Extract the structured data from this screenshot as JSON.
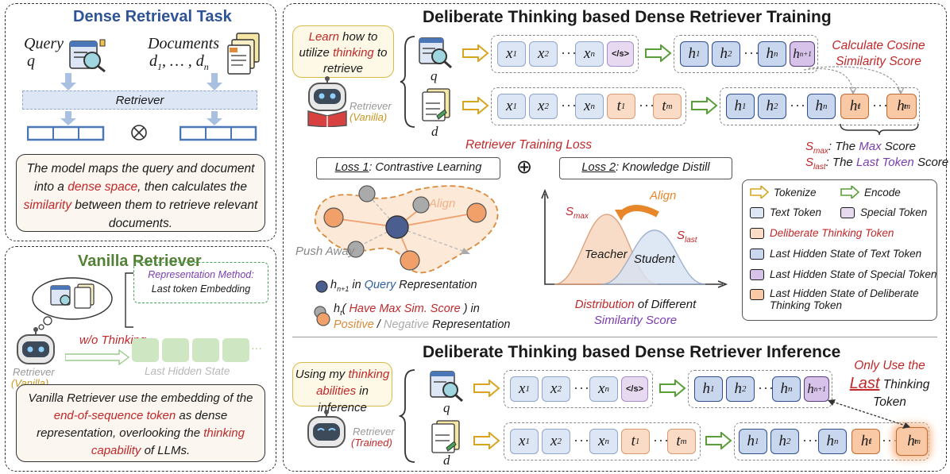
{
  "dense_task": {
    "title": "Dense Retrieval Task",
    "query_label": "Query",
    "query_symbol": "q",
    "documents_label": "Documents",
    "documents_symbol": "d1, … , dn",
    "retriever_label": "Retriever",
    "caption_parts": [
      "The model maps the query and document into a ",
      "dense space",
      ", then calculates the ",
      "similarity",
      " between them to retrieve relevant documents."
    ]
  },
  "vanilla": {
    "title": "Vanilla Retriever",
    "repr_method_label": "Representation Method:",
    "repr_method_value": "Last token Embedding",
    "without_thinking": "w/o Thinking",
    "last_hidden_state": "Last Hidden State",
    "retriever_label": "Retriever",
    "retriever_kind": "(Vanilla)",
    "caption_parts": [
      "Vanilla Retriever  use the embedding of the ",
      "end-of-sequence token",
      " as dense representation, overlooking the ",
      "thinking capability",
      " of LLMs."
    ]
  },
  "training": {
    "title": "Deliberate Thinking based Dense Retriever Training",
    "bubble_parts": [
      "Learn",
      " how to utilize ",
      "thinking",
      " to retrieve"
    ],
    "retriever_label": "Retriever",
    "retriever_kind": "(Vanilla)",
    "q_label": "q",
    "d_label": "d",
    "cosine_label": "Calculate Cosine Similarity Score",
    "loss_title": "Retriever Training Loss",
    "loss1_name": "Loss 1",
    "loss1_desc": ": Contrastive Learning",
    "loss2_name": "Loss 2",
    "loss2_desc": ": Knowledge Distill",
    "oplus": "⊕",
    "align": "Align",
    "push_away": "Push Away",
    "teacher": "Teacher",
    "student": "Student",
    "dist_parts": [
      "Distribution",
      " of Different ",
      "Similarity Score"
    ],
    "smax_line": ": The ",
    "smax_word": "Max",
    "smax_tail": " Score",
    "slast_word": "Last Token",
    "hn1_desc_parts": [
      " in ",
      "Query",
      " Representation"
    ],
    "ht_desc_parts": [
      "( ",
      "Have Max Sim. Score",
      " ) in"
    ],
    "posneg_parts": [
      "Positive",
      " / ",
      "Negative",
      " Representation"
    ]
  },
  "legend": [
    {
      "label": "Tokenize",
      "kind": "arrow-gold"
    },
    {
      "label": "Encode",
      "kind": "arrow-green"
    },
    {
      "label": "Text Token",
      "kind": "text"
    },
    {
      "label": "Special Token",
      "kind": "spec"
    },
    {
      "label": "Deliberate Thinking Token",
      "kind": "think"
    },
    {
      "label": "Last Hidden State of Text Token",
      "kind": "hid"
    },
    {
      "label": "Last Hidden State of Special Token",
      "kind": "hidspec"
    },
    {
      "label": "Last Hidden State of Deliberate Thinking Token",
      "kind": "hidthink"
    }
  ],
  "inference": {
    "title": "Deliberate Thinking based Dense Retriever Inference",
    "bubble_parts": [
      "Using my ",
      "thinking abilities",
      " in inference"
    ],
    "retriever_label": "Retriever",
    "retriever_kind": "(Trained)",
    "only_use_parts": [
      "Only Use the",
      "Last",
      " Thinking Token"
    ]
  },
  "tokens": {
    "x": "x",
    "h": "h",
    "t": "t",
    "eos": "</s>",
    "dots": "···",
    "sub_1": "1",
    "sub_2": "2",
    "sub_n": "n",
    "sub_m": "m",
    "sub_n1": "n+1",
    "sub_t": "t"
  },
  "colors": {
    "red": "#c0282a",
    "purple": "#7a3db0",
    "gold": "#d9a520",
    "green": "#5a9e3a",
    "title_blue": "#2f5496",
    "title_green": "#548235"
  }
}
